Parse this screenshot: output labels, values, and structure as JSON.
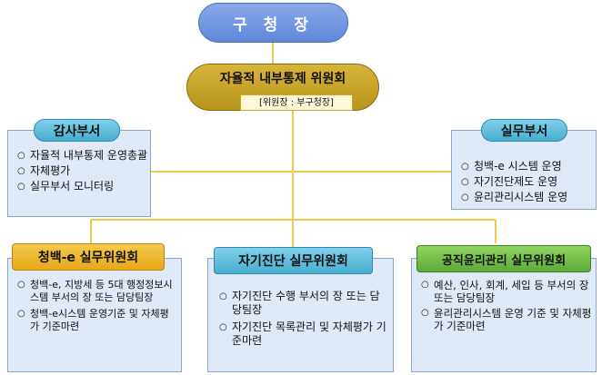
{
  "head": "구 청 장",
  "committee": {
    "title": "자율적 내부통제 위원회",
    "chair": "[위원장 : 부구청장]"
  },
  "audit": {
    "title": "감사부서",
    "items": [
      "자율적 내부통제 운영총괄",
      "자체평가",
      "실무부서 모니터링"
    ]
  },
  "working": {
    "title": "실무부서",
    "items": [
      "청백-e 시스템 운영",
      "자기진단제도 운영",
      "윤리관리시스템 운영"
    ]
  },
  "subcommittees": [
    {
      "title": "청백-e 실무위원회",
      "items": [
        "청백-e, 지방세 등 5대 행정정보시스템 부서의 장 또는 담당팀장",
        "청백-e시스템 운영기준 및 자체평가 기준마련"
      ]
    },
    {
      "title": "자기진단 실무위원회",
      "items": [
        "자기진단 수행 부서의 장 또는 담당팀장",
        "자기진단 목록관리 및 자체평가 기준마련"
      ]
    },
    {
      "title": "공직윤리관리 실무위원회",
      "items": [
        "예산, 인사, 회계, 세입 등 부서의 장 또는 담당팀장",
        "윤리관리시스템 운영 기준 및 자체평가 기준마련"
      ]
    }
  ],
  "colors": {
    "line": "#f2c84b",
    "top_oval": "#6f96e0",
    "committee": "#c9a32a",
    "side_pill": "#5bbfe0",
    "panel_bg": "#dfe9f7",
    "sub1": "#f2b92e",
    "sub2": "#5bbfe0",
    "sub3": "#7cc24a"
  }
}
